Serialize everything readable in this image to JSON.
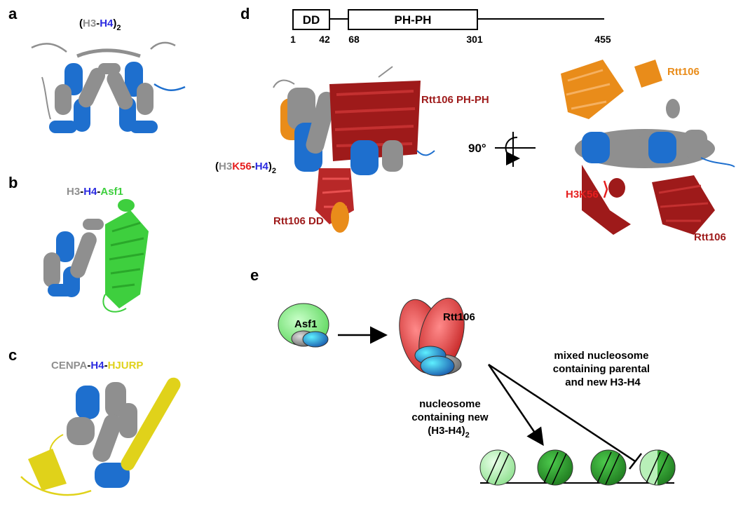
{
  "panels": {
    "a": "a",
    "b": "b",
    "c": "c",
    "d": "d",
    "e": "e"
  },
  "panel_a": {
    "open": "(",
    "h3": "H3",
    "dash": "-",
    "h4": "H4",
    "close": ")",
    "sub": "2"
  },
  "panel_b": {
    "h3": "H3",
    "dash1": "-",
    "h4": "H4",
    "dash2": "-",
    "asf1": "Asf1"
  },
  "panel_c": {
    "cenpa": "CENPA",
    "dash1": "-",
    "h4": "H4",
    "dash2": "-",
    "hjurp": "HJURP"
  },
  "panel_d": {
    "domain_map": {
      "dd": "DD",
      "phph": "PH-PH",
      "positions": [
        "1",
        "42",
        "68",
        "301",
        "455"
      ]
    },
    "left_labels": {
      "rtt106_phph": "Rtt106 PH-PH",
      "rtt106_dd": "Rtt106 DD",
      "complex": {
        "open": "(",
        "h3": "H3",
        "k56": "K56",
        "dash": "-",
        "h4": "H4",
        "close": ")",
        "sub": "2"
      }
    },
    "rotation": "90°",
    "right_labels": {
      "rtt106_top": "Rtt106",
      "h3k56": "H3K56",
      "rtt106_bottom": "Rtt106"
    }
  },
  "panel_e": {
    "asf1": "Asf1",
    "rtt106": "Rtt106",
    "mixed": [
      "mixed nucleosome",
      "containing parental",
      "and new H3-H4"
    ],
    "new": [
      "nucleosome",
      "containing new",
      "(H3-H4)",
      "2"
    ]
  },
  "colors": {
    "h3": "#8f8f8f",
    "h4": "#1e6fce",
    "h4_label": "#2a2ae0",
    "asf1": "#3ecf3e",
    "hjurp": "#e0d21a",
    "rtt106": "#9e1a1a",
    "rtt106_orange": "#e98c1a",
    "k56": "#e61e1e",
    "nucleosome_dark": "#2b9e2b",
    "nucleosome_light": "#b8f0b8"
  }
}
